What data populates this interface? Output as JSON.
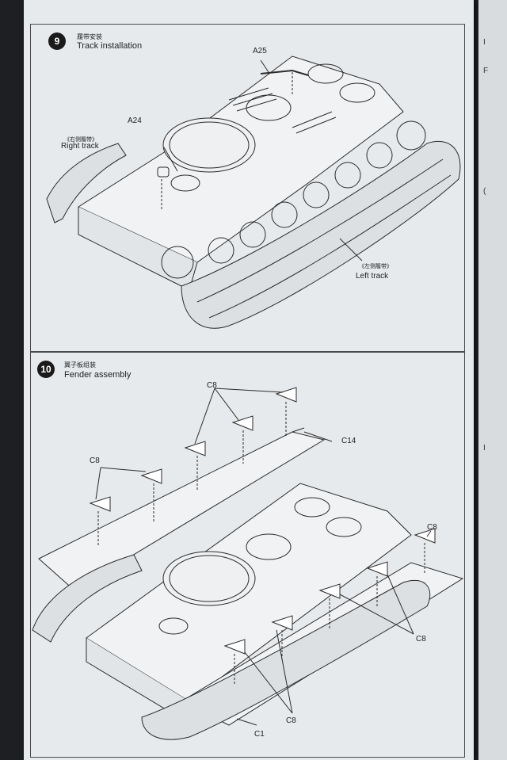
{
  "step9": {
    "number": "9",
    "title_cn": "履带安装",
    "title_en": "Track installation",
    "labels": {
      "a25": "A25",
      "a24": "A24",
      "right_cn": "《右侧履带》",
      "right_en": "Right track",
      "left_cn": "《左侧履带》",
      "left_en": "Left track"
    }
  },
  "step10": {
    "number": "10",
    "title_cn": "翼子板组装",
    "title_en": "Fender assembly",
    "labels": {
      "c8_top": "C8",
      "c8_left": "C8",
      "c14": "C14",
      "c8_right_top": "C8",
      "c8_right": "C8",
      "c8_bottom": "C8",
      "c1": "C1"
    }
  },
  "colors": {
    "paper": "#e7eaed",
    "ink": "#2a2a2a",
    "background": "#1e1f22"
  }
}
